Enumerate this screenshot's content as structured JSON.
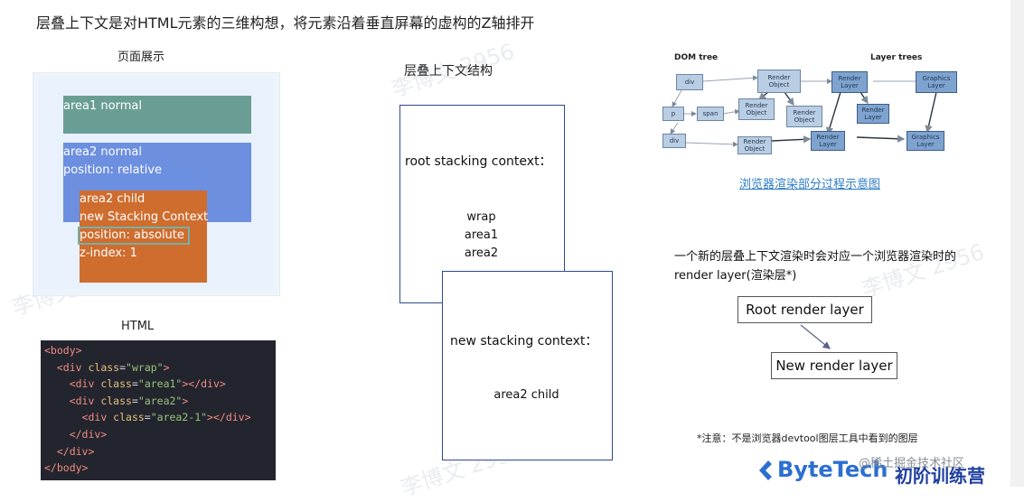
{
  "title": "层叠上下文是对HTML元素的三维构想，将元素沿着垂直屏幕的虚构的Z轴排开",
  "demo": {
    "caption": "页面展示",
    "area1_label": "area1 normal",
    "area2_line1": "area2 normal",
    "area2_line2": "position: relative",
    "child_line1": "area2 child",
    "child_line2": "new Stacking Context",
    "child_line3": "position: absolute",
    "child_line4": "z-index: 1",
    "colors": {
      "area1": "#6a9e94",
      "area2": "#6c8fe0",
      "child": "#cf6d2f"
    }
  },
  "html_caption": "HTML",
  "code": {
    "l1": {
      "open": "<body>"
    },
    "l2": {
      "pre": "<div ",
      "attr": "class",
      "eq": "=",
      "str": "\"wrap\"",
      "post": ">"
    },
    "l3": {
      "pre": "<div ",
      "attr": "class",
      "eq": "=",
      "str": "\"area1\"",
      "post": "></div>"
    },
    "l4": {
      "pre": "<div ",
      "attr": "class",
      "eq": "=",
      "str": "\"area2\"",
      "post": ">"
    },
    "l5": {
      "pre": "<div ",
      "attr": "class",
      "eq": "=",
      "str": "\"area2-1\"",
      "post": "></div>"
    },
    "l6": {
      "close": "</div>"
    },
    "l7": {
      "close": "</div>"
    },
    "l8": {
      "close": "</body>"
    }
  },
  "stacking": {
    "caption": "层叠上下文结构",
    "root_label": "root stacking context：",
    "root_items": [
      "wrap",
      "area1",
      "area2"
    ],
    "new_label": "new stacking context：",
    "new_item": "area2 child"
  },
  "render": {
    "dom_tree_label": "DOM tree",
    "layer_trees_label": "Layer trees",
    "nodes": {
      "div1": "div",
      "p": "p",
      "span": "span",
      "div2": "div",
      "ro1": "Render Object",
      "ro2": "Render Object",
      "ro3": "Render Object",
      "ro4": "Render Object",
      "rl1": "Render Layer",
      "rl2": "Render Layer",
      "rl3": "Render Layer",
      "gl1": "Graphics Layer",
      "gl2": "Graphics Layer"
    },
    "caption_link": "浏览器渲染部分过程示意图",
    "note": "一个新的层叠上下文渲染时会对应一个浏览器渲染时的render layer(渲染层*)",
    "root_layer": "Root render layer",
    "new_layer": "New render layer",
    "footnote": "*注意：不是浏览器devtool图层工具中看到的图层"
  },
  "brand": {
    "name": "ByteTech",
    "tagline": "初阶训练营",
    "juejin": "@稀土掘金技术社区"
  },
  "watermark": "李博文 2956"
}
